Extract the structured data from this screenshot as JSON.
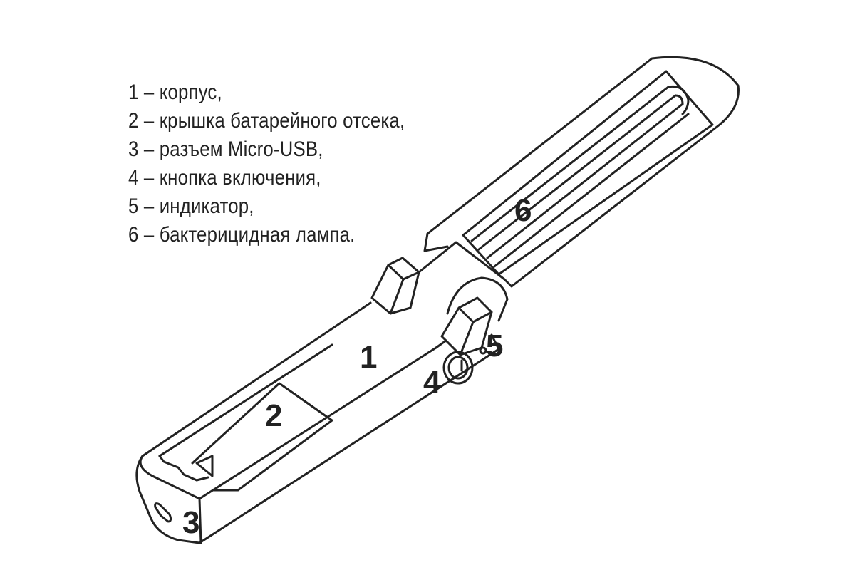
{
  "legend": {
    "items": [
      "1 – корпус,",
      "2 – крышка батарейного отсека,",
      "3 – разъем Micro-USB,",
      "4 – кнопка включения,",
      "5 – индикатор,",
      "6 – бактерицидная лампа."
    ]
  },
  "callouts": {
    "body": "1",
    "battery_cover": "2",
    "micro_usb": "3",
    "power_button": "4",
    "indicator": "5",
    "uv_lamp": "6"
  },
  "colors": {
    "line": "#222222",
    "background": "#ffffff"
  },
  "icons": {
    "power_button": "power-icon",
    "battery_arrow": "triangle-arrow-icon",
    "micro_usb_port": "usb-port-icon"
  }
}
